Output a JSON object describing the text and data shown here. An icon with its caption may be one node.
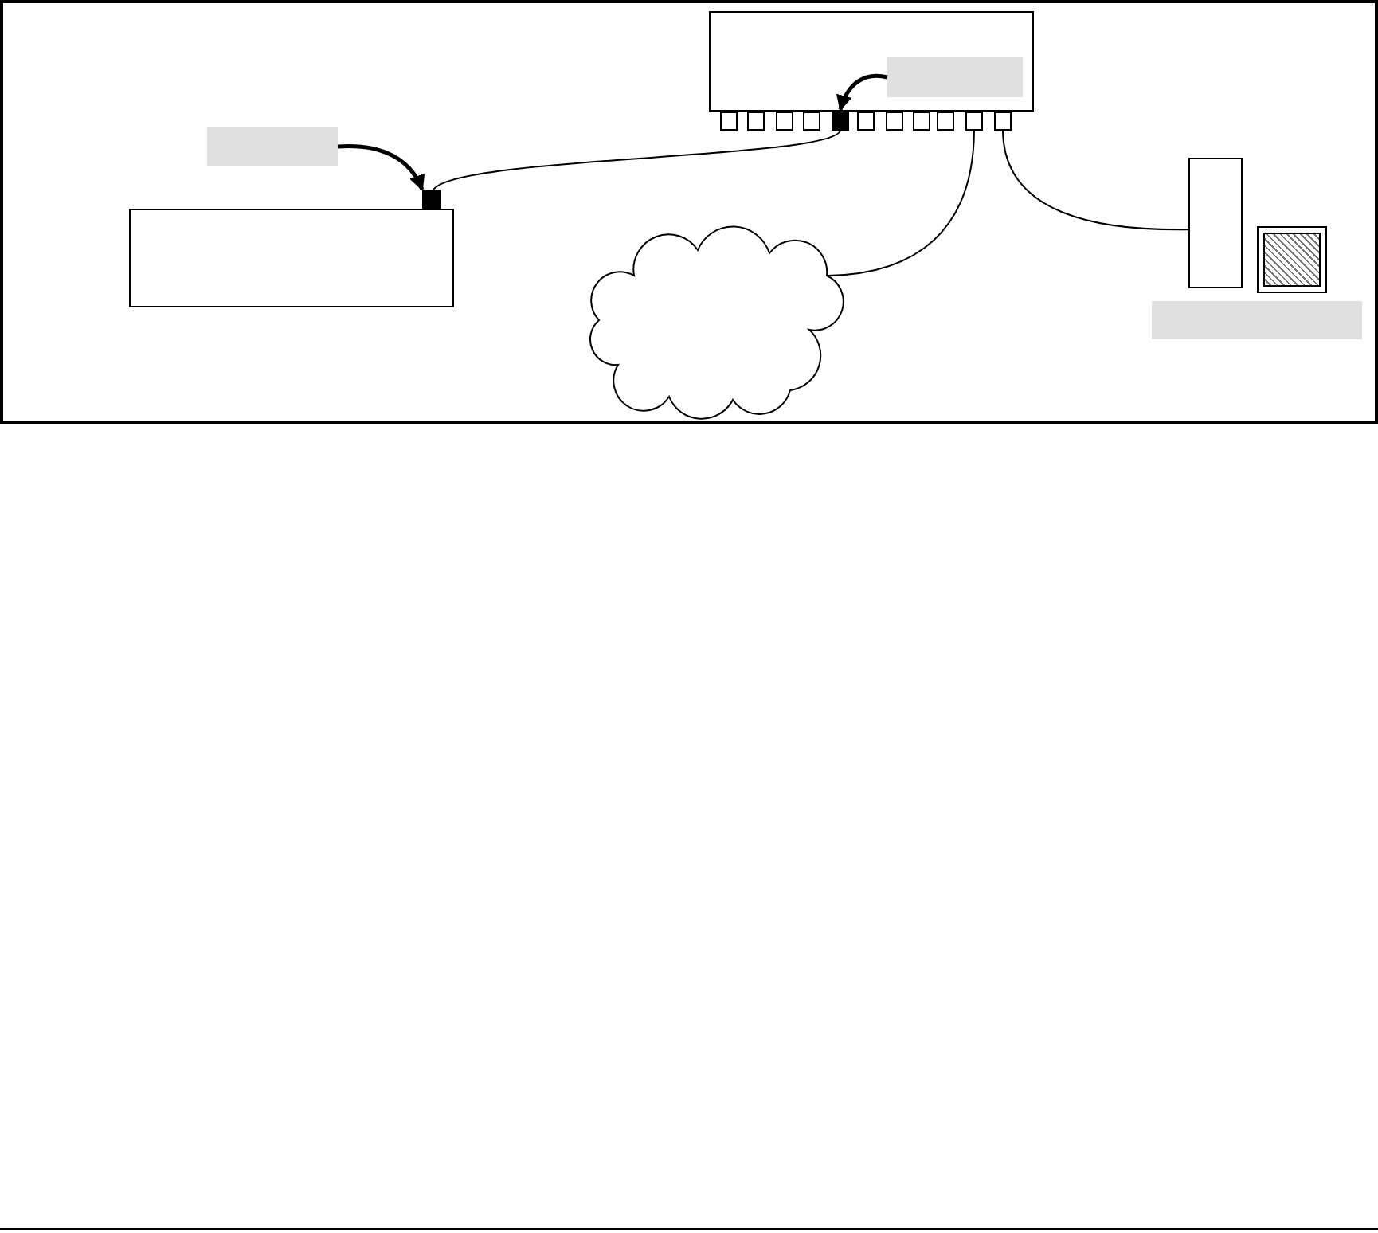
{
  "diagram": {
    "nodes": [
      {
        "text": [],
        "shape": "box"
      },
      {
        "text": [],
        "shape": "box",
        "in": 0
      },
      {
        "text": [],
        "shape": "box"
      },
      {
        "text": [],
        "shape": "box"
      },
      {
        "text": [],
        "shape": "box"
      },
      {
        "text": [],
        "shape": "box"
      },
      {
        "text": [],
        "shape": "box"
      },
      {
        "text": [],
        "shape": "box"
      },
      {
        "text": [],
        "shape": "box"
      },
      {
        "text": [],
        "shape": "box"
      },
      {
        "text": [],
        "shape": "box"
      },
      {
        "text": [],
        "shape": "box"
      },
      {
        "text": [],
        "shape": "box"
      },
      {
        "text": [],
        "shape": "box"
      },
      {
        "text": [],
        "shape": "box"
      },
      {
        "text": [],
        "shape": "box"
      },
      {
        "text": [],
        "shape": "box"
      },
      {
        "text": [],
        "shape": "box"
      },
      {
        "text": [],
        "shape": "cloud"
      },
      {
        "text": [],
        "shape": "box"
      }
    ],
    "edges": [
      {
        "from": 1,
        "to": 6,
        "arrow": "to",
        "style": "thick"
      },
      {
        "from": 13,
        "to": 14,
        "arrow": "to",
        "style": "thick"
      },
      {
        "from": 6,
        "to": 14,
        "arrow": "none"
      },
      {
        "from": 11,
        "to": 18,
        "arrow": "none"
      },
      {
        "from": 12,
        "to": 16,
        "arrow": "none"
      }
    ]
  }
}
